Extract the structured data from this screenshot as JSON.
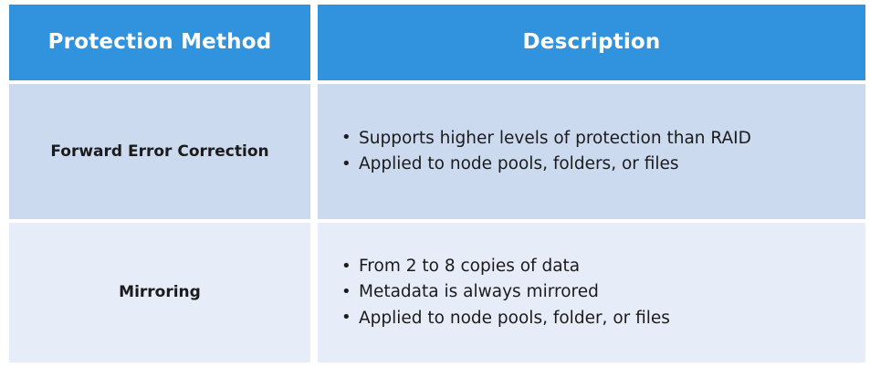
{
  "table": {
    "columns": [
      {
        "id": "protection-method",
        "label": "Protection Method"
      },
      {
        "id": "description",
        "label": "Description"
      }
    ],
    "rows": [
      {
        "method": "Forward Error Correction",
        "bullets": [
          "Supports higher levels of protection than RAID",
          "Applied to node pools, folders, or files"
        ]
      },
      {
        "method": "Mirroring",
        "bullets": [
          "From 2 to 8 copies of data",
          "Metadata is always mirrored",
          "Applied to node pools, folder, or files"
        ]
      }
    ]
  },
  "colors": {
    "header_bg": "#3193dd",
    "header_text": "#ffffff",
    "row_one_bg": "#cbdaef",
    "row_two_bg": "#e7edf8",
    "body_text": "#1b1b1b",
    "page_bg": "#ffffff"
  }
}
